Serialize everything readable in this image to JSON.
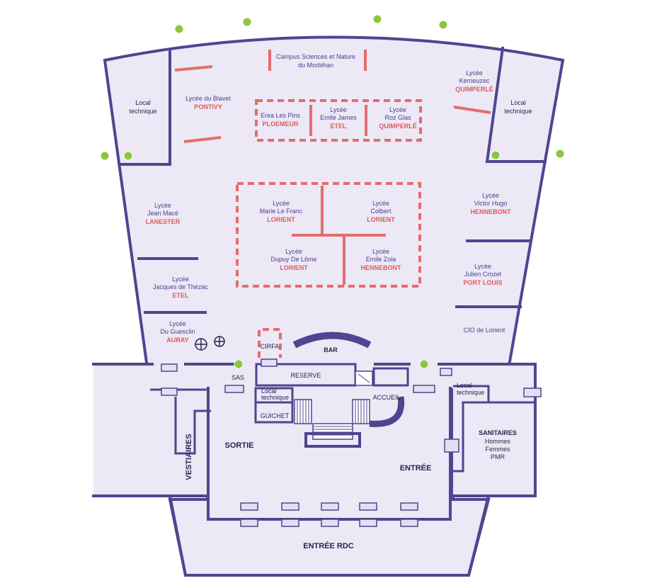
{
  "rooms": {
    "campus": [
      "Campus Sciences et Nature",
      "du Morbihan"
    ],
    "local_tech_left": [
      "Local",
      "technique"
    ],
    "local_tech_right": [
      "Local",
      "technique"
    ],
    "blavet": {
      "line1": "Lycée du Blavet",
      "city": "PONTIVY"
    },
    "kerneuzec": {
      "line1": "Lycée",
      "line2": "Kerneuzec",
      "city": "QUIMPERLÉ"
    },
    "erea": {
      "line1": "Erea Les Pins",
      "city": "PLOEMEUR"
    },
    "emile_james": {
      "line1": "Lycée",
      "line2": "Emile James",
      "city": "ETEL"
    },
    "roz_glas": {
      "line1": "Lycée",
      "line2": "Roz Glas",
      "city": "QUIMPERLÉ"
    },
    "jean_mace": {
      "line1": "Lycée",
      "line2": "Jean Macé",
      "city": "LANESTER"
    },
    "marie_le_franc": {
      "line1": "Lycée",
      "line2": "Marie Le Franc",
      "city": "LORIENT"
    },
    "colbert": {
      "line1": "Lycée",
      "line2": "Colbert",
      "city": "LORIENT"
    },
    "victor_hugo": {
      "line1": "Lycée",
      "line2": "Victor Hugo",
      "city": "HENNEBONT"
    },
    "dupuy": {
      "line1": "Lycée",
      "line2": "Dupuy De Lôme",
      "city": "LORIENT"
    },
    "emile_zola": {
      "line1": "Lycée",
      "line2": "Emile Zola",
      "city": "HENNEBONT"
    },
    "julien_crozet": {
      "line1": "Lycée",
      "line2": "Julien Crozet",
      "city": "PORT LOUIS"
    },
    "thezac": {
      "line1": "Lycée",
      "line2": "Jacques de Thézac",
      "city": "ETEL"
    },
    "cio": "CIO de Lorient",
    "guesclin": {
      "line1": "Lycée",
      "line2": "Du Guesclin",
      "city": "AURAY"
    },
    "cirfa": "CIRFA",
    "bar": "BAR",
    "sas": "SAS",
    "reserve": "RESERVE",
    "local_tech_small": [
      "Local",
      "technique"
    ],
    "local_tech_right_small": [
      "Local",
      "technique"
    ],
    "accueil": "ACCUEIL",
    "guichet": "GUICHET",
    "sortie": "SORTIE",
    "vestiaires": "VESTIAIRES",
    "entree": "ENTRÉE",
    "sanitaires": {
      "title": "SANITAIRES",
      "lines": [
        "Hommes",
        "Femmes",
        "PMR"
      ]
    },
    "entree_rdc": "ENTRÉE RDC"
  },
  "colors": {
    "wall": "#4f4590",
    "floor": "#ece8f5",
    "accent_red": "#e36d6d",
    "emergency": "#8cc63f"
  },
  "icons": [
    "emergency-exit-icon",
    "fire-extinguisher-icon",
    "first-aid-icon",
    "door-icon",
    "staircase-icon"
  ]
}
